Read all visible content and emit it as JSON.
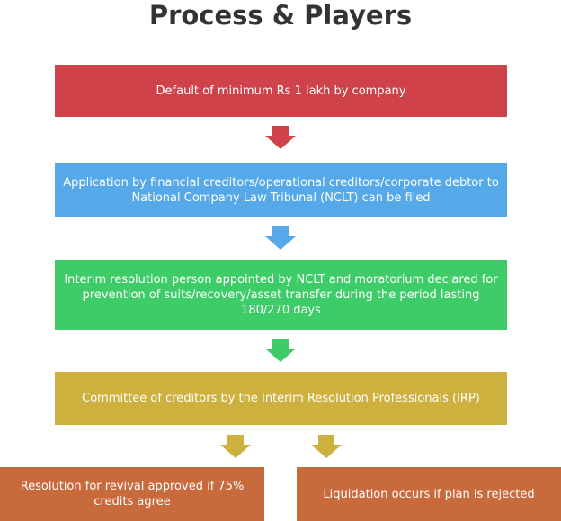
{
  "title": "Process & Players",
  "colors": {
    "red": "#d0424a",
    "blue": "#55a9e8",
    "green": "#3dcc67",
    "yellow": "#cdb03e",
    "orange": "#c86a3c",
    "title": "#333333"
  },
  "steps": [
    {
      "text": "Default of minimum Rs 1 lakh by company"
    },
    {
      "text": "Application by financial creditors/operational creditors/corporate debtor to National Company Law Tribunal (NCLT) can be filed"
    },
    {
      "text": "Interim resolution person appointed by NCLT and moratorium declared for prevention of suits/recovery/asset transfer during the period lasting 180/270 days"
    },
    {
      "text": "Committee of creditors by the Interim Resolution Professionals (IRP)"
    }
  ],
  "outcomes": [
    {
      "text": "Resolution for revival approved if 75% credits agree"
    },
    {
      "text": "Liquidation occurs if plan is rejected"
    }
  ]
}
